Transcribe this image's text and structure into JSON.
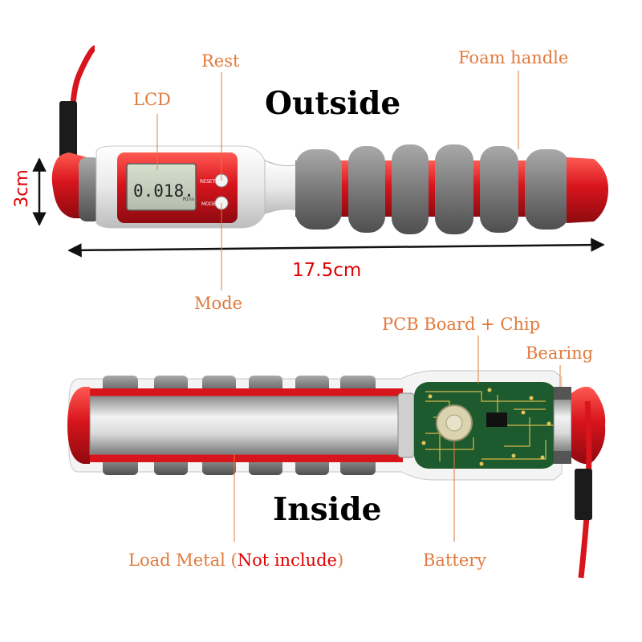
{
  "colors": {
    "label": "#e07a3c",
    "dimension": "#e00000",
    "handle_red": "#d8141c",
    "foam_gray": "#7d7d7d",
    "lcd_green": "#c9d2c0",
    "pcb_green": "#1d5a2e"
  },
  "outside": {
    "title": "Outside",
    "lcd_label": "LCD",
    "rest_label": "Rest",
    "foam_label": "Foam handle",
    "mode_label": "Mode",
    "lcd_reading": "0.018.",
    "lcd_unit": "Mins",
    "button_top": "RESET",
    "button_bottom": "MODE",
    "height_dimension": "3cm",
    "length_dimension": "17.5cm"
  },
  "inside": {
    "title": "Inside",
    "pcb_label": "PCB Board + Chip",
    "bearing_label": "Bearing",
    "load_metal_label": "Load Metal (",
    "load_metal_note": "Not include",
    "load_metal_close": ")",
    "battery_label": "Battery"
  }
}
